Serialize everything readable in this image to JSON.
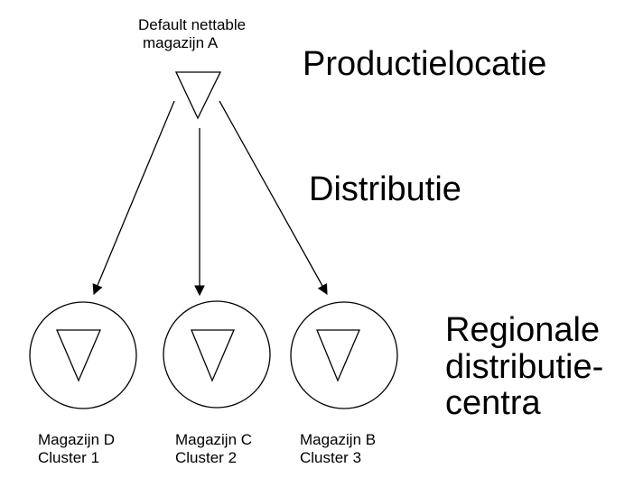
{
  "source": {
    "label_line1": "Default nettable",
    "label_line2": "magazijn  A"
  },
  "levels": {
    "production": "Productielocatie",
    "distribution": "Distributie",
    "regional_line1": "Regionale",
    "regional_line2": "distributie-",
    "regional_line3": "centra"
  },
  "warehouses": [
    {
      "name": "Magazijn D",
      "cluster": "Cluster 1"
    },
    {
      "name": "Magazijn C",
      "cluster": "Cluster 2"
    },
    {
      "name": "Magazijn B",
      "cluster": "Cluster 3"
    }
  ]
}
